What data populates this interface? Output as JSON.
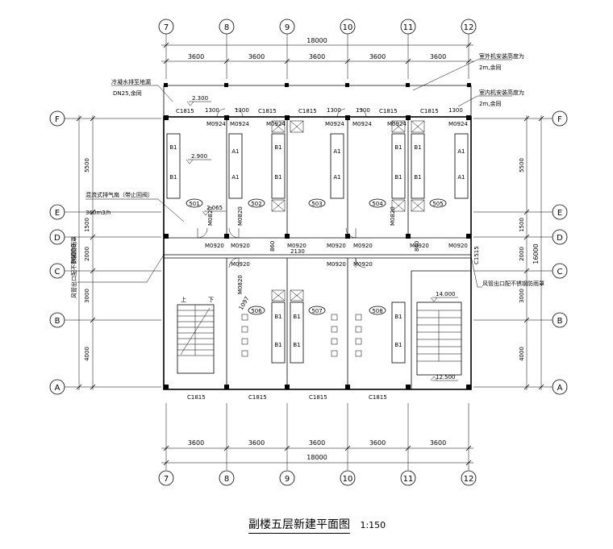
{
  "axes_top": [
    "7",
    "8",
    "9",
    "10",
    "11",
    "12"
  ],
  "axes_left": [
    "F",
    "E",
    "D",
    "C",
    "B",
    "A"
  ],
  "dims_x": [
    "3600",
    "3600",
    "3600",
    "3600",
    "3600"
  ],
  "dim_total_x": "18000",
  "dims_y": [
    "5500",
    "1500",
    "2000",
    "3000",
    "4000"
  ],
  "dim_total_y": "16000",
  "rooms": [
    "501",
    "502",
    "503",
    "504",
    "505",
    "506",
    "507",
    "508"
  ],
  "bed_a": "A1",
  "bed_b": "B1",
  "doors": {
    "m0924": "M0924",
    "m0920": "M0920",
    "m0820": "M0820",
    "c1815": "C1815",
    "c1515": "C1515",
    "w1300": "1300",
    "w860": "860",
    "w1097": "1097",
    "w2130": "2130"
  },
  "elevations": {
    "e1": "2.300",
    "e2": "2.900",
    "e3": "2.065",
    "e4": "14.000",
    "e5": "12.500"
  },
  "notes": {
    "pipe_title": "冷凝水排至地漏",
    "pipe_spec": "DN25,余同",
    "ac_outdoor": "室外机安装高度为",
    "ac_outdoor_h": "2m,余同",
    "ac_indoor": "室内机安装高度为",
    "ac_indoor_h": "2m,余同",
    "fan_title": "混流式排气扇（带止回阀）",
    "fan_flow": "360m3/h",
    "vent_left": "风管出口配不锈钢防雨罩",
    "vent_right": "风管出口配不锈钢防雨罩",
    "stair_up": "上",
    "stair_down": "下"
  },
  "title": "副楼五层新建平面图",
  "scale": "1:150"
}
